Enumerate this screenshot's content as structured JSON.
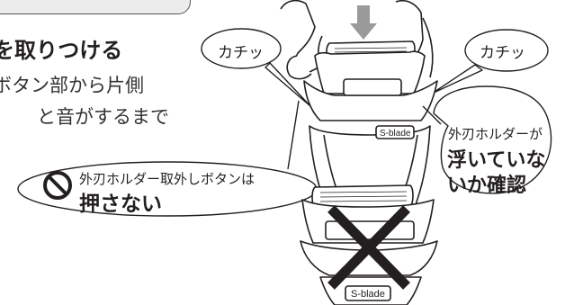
{
  "instruction": {
    "title_fragment": "を取りつける",
    "line1_fragment": "ボタン部から片側",
    "line2_fragment": "と音がするまで"
  },
  "callouts": {
    "click_left": "カチッ",
    "click_right": "カチッ"
  },
  "warning": {
    "small": "外刃ホルダーが",
    "big_line1": "浮いていな",
    "big_line2": "いか確認"
  },
  "prohibition": {
    "small": "外刃ホルダー取外しボタンは",
    "big": "押さない",
    "icon": "no-symbol-icon"
  },
  "brand_labels": {
    "top_shaver": "S-blade",
    "bottom_shaver": "S-blade"
  },
  "colors": {
    "line": "#231f20",
    "arrow": "#9a9a9a",
    "shade": "#ececec",
    "cross": "#231f20"
  }
}
